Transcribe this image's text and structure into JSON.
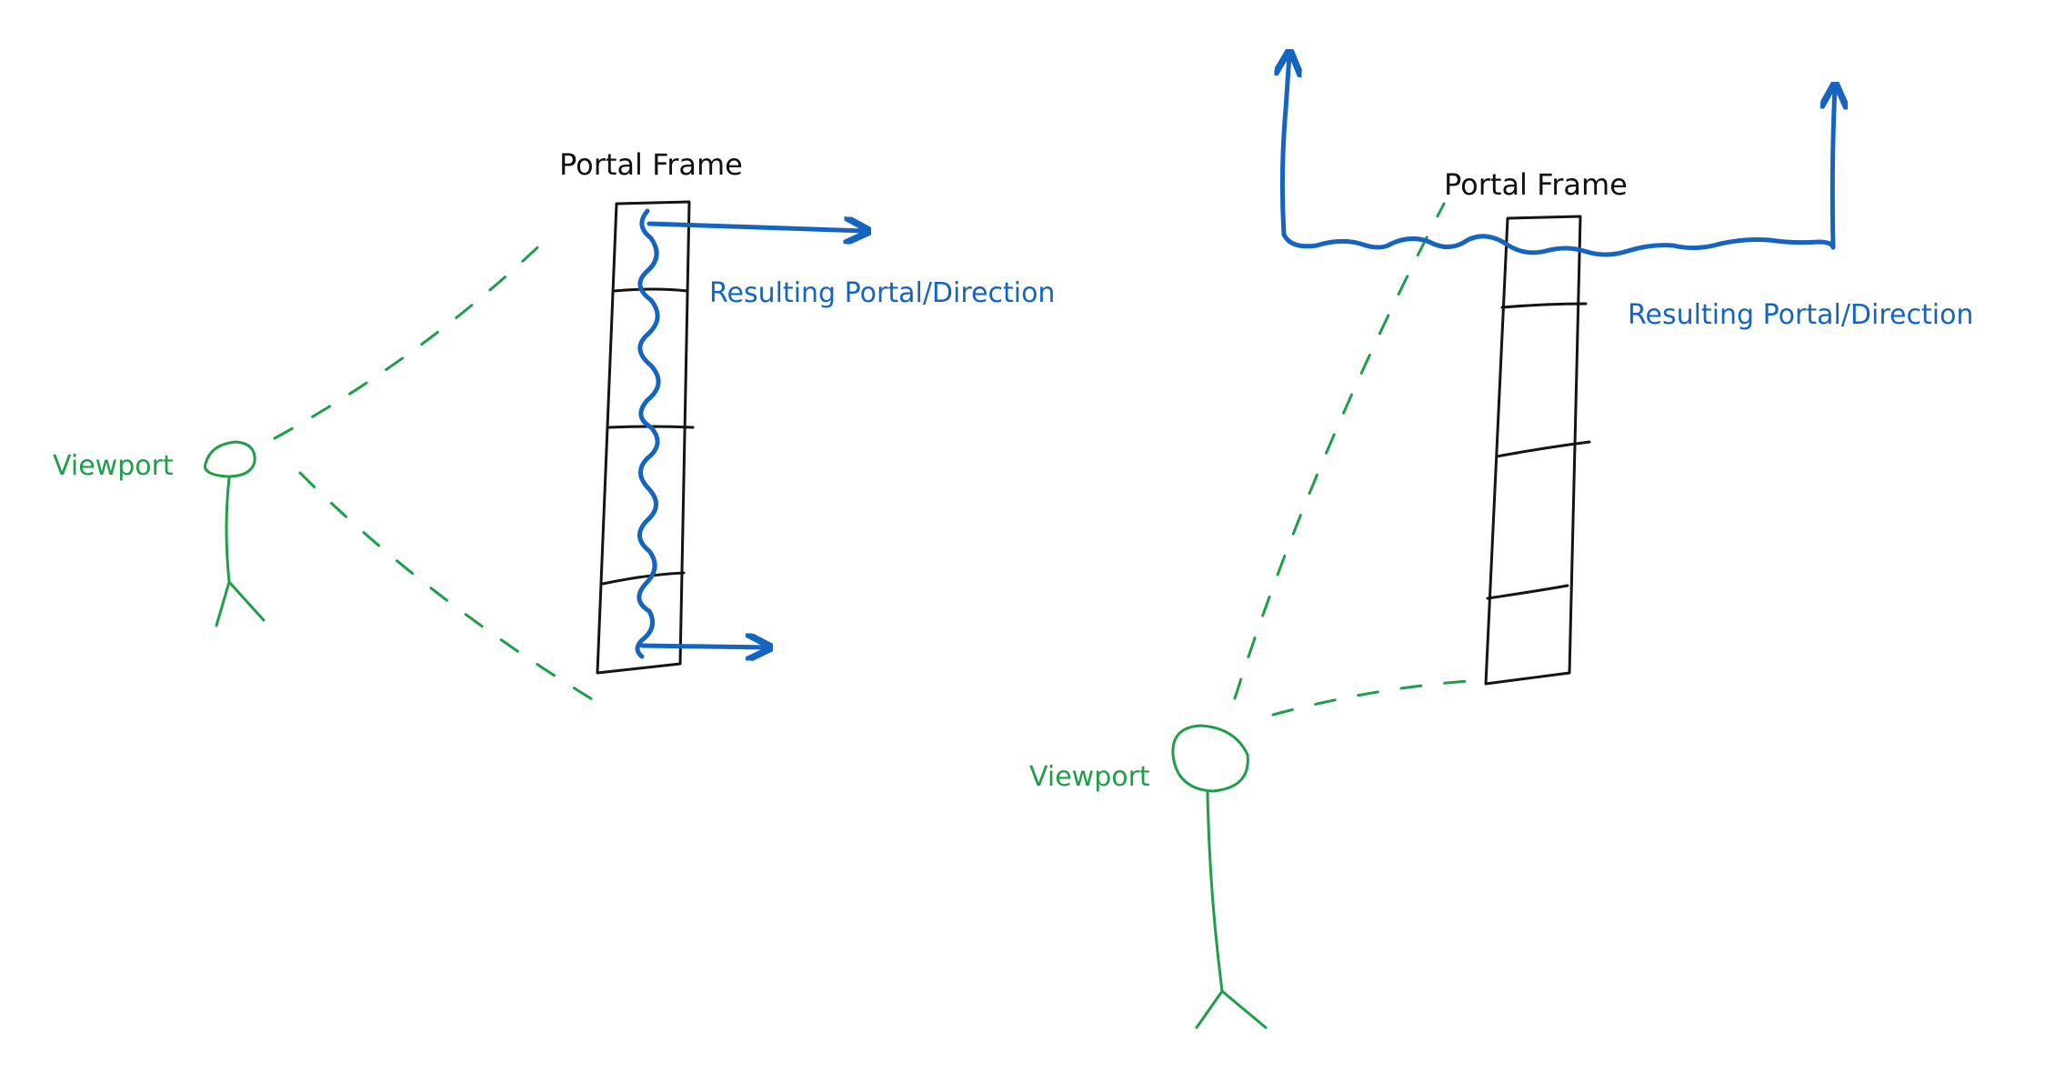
{
  "colors": {
    "frame": "#141414",
    "viewport": "#1e9e4a",
    "portal": "#1565c0",
    "background": "#ffffff"
  },
  "left_panel": {
    "frame_label": "Portal Frame",
    "viewport_label": "Viewport",
    "result_label": "Resulting Portal/Direction"
  },
  "right_panel": {
    "frame_label": "Portal Frame",
    "viewport_label": "Viewport",
    "result_label": "Resulting Portal/Direction"
  }
}
